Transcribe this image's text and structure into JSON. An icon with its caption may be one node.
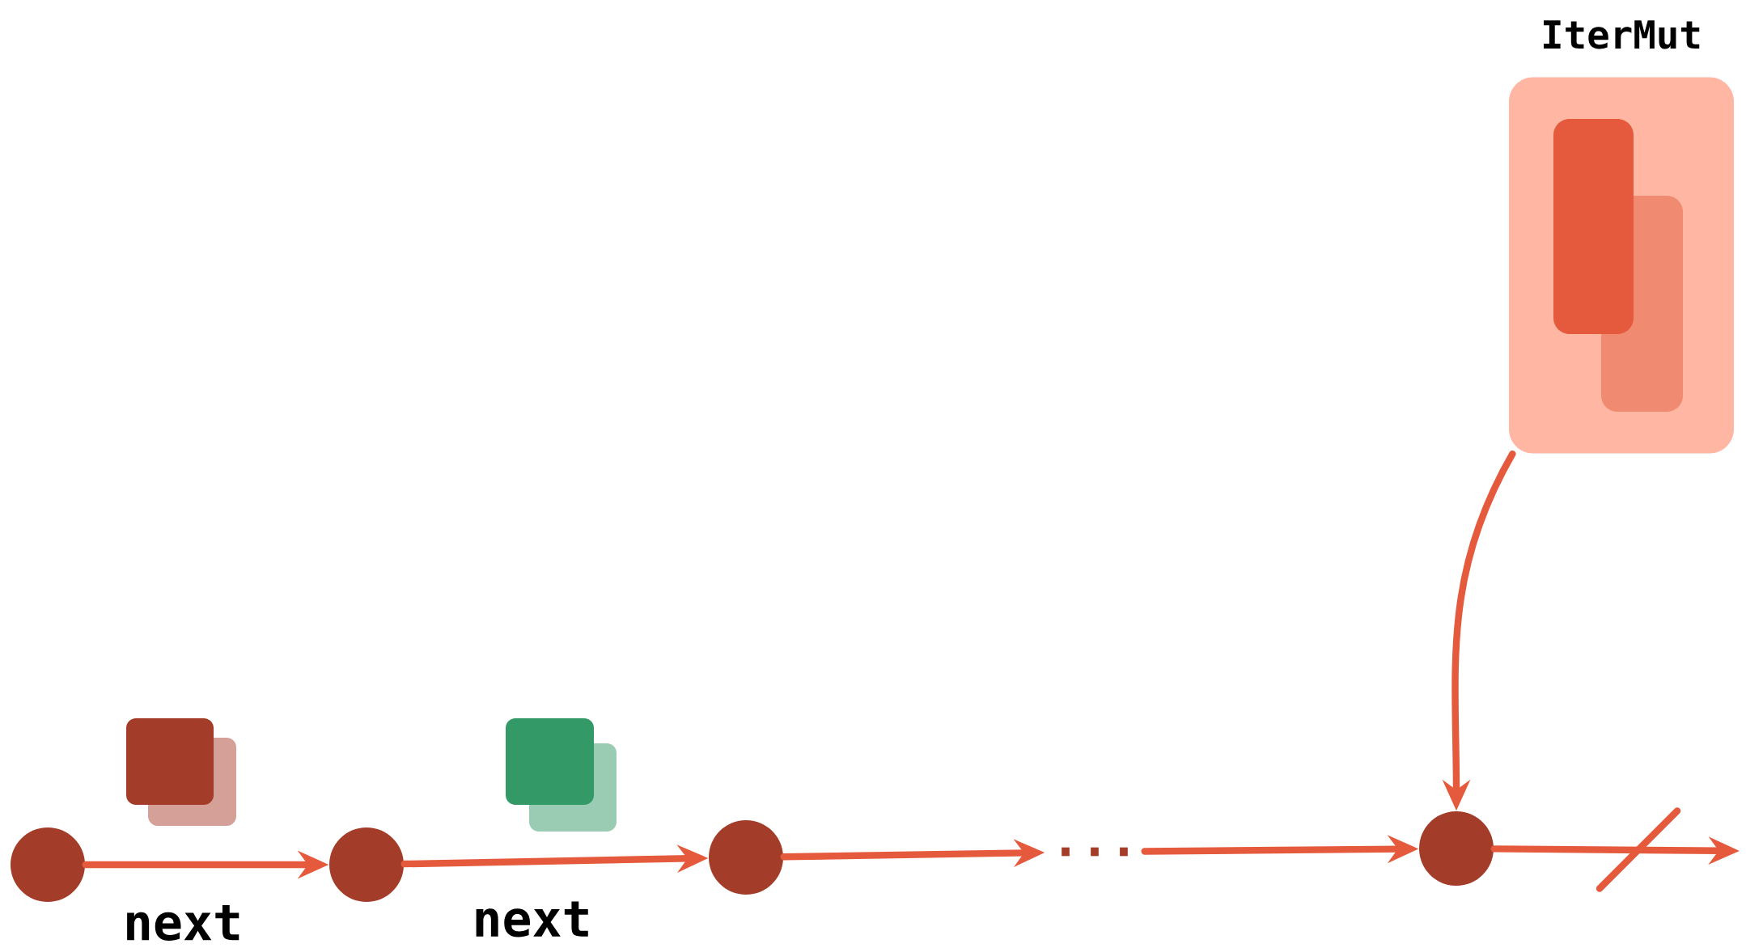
{
  "diagram": {
    "nodes": [
      {
        "text": [],
        "shape": "circle"
      },
      {
        "text": [],
        "shape": "circle"
      },
      {
        "text": [],
        "shape": "circle"
      },
      {
        "text": [
          "..."
        ]
      },
      {
        "text": [],
        "shape": "circle"
      },
      {
        "text": [
          "IterMut"
        ]
      }
    ],
    "edges": [
      {
        "from": 0,
        "to": 1,
        "arrow": "to",
        "label": "next"
      },
      {
        "from": 1,
        "to": 2,
        "arrow": "to",
        "label": "next"
      },
      {
        "from": 2,
        "to": 3,
        "arrow": "to"
      },
      {
        "from": 3,
        "to": 4,
        "arrow": "to"
      },
      {
        "from": 4,
        "to": null,
        "arrow": "to"
      },
      {
        "from": 5,
        "to": 4,
        "arrow": "to"
      }
    ]
  }
}
